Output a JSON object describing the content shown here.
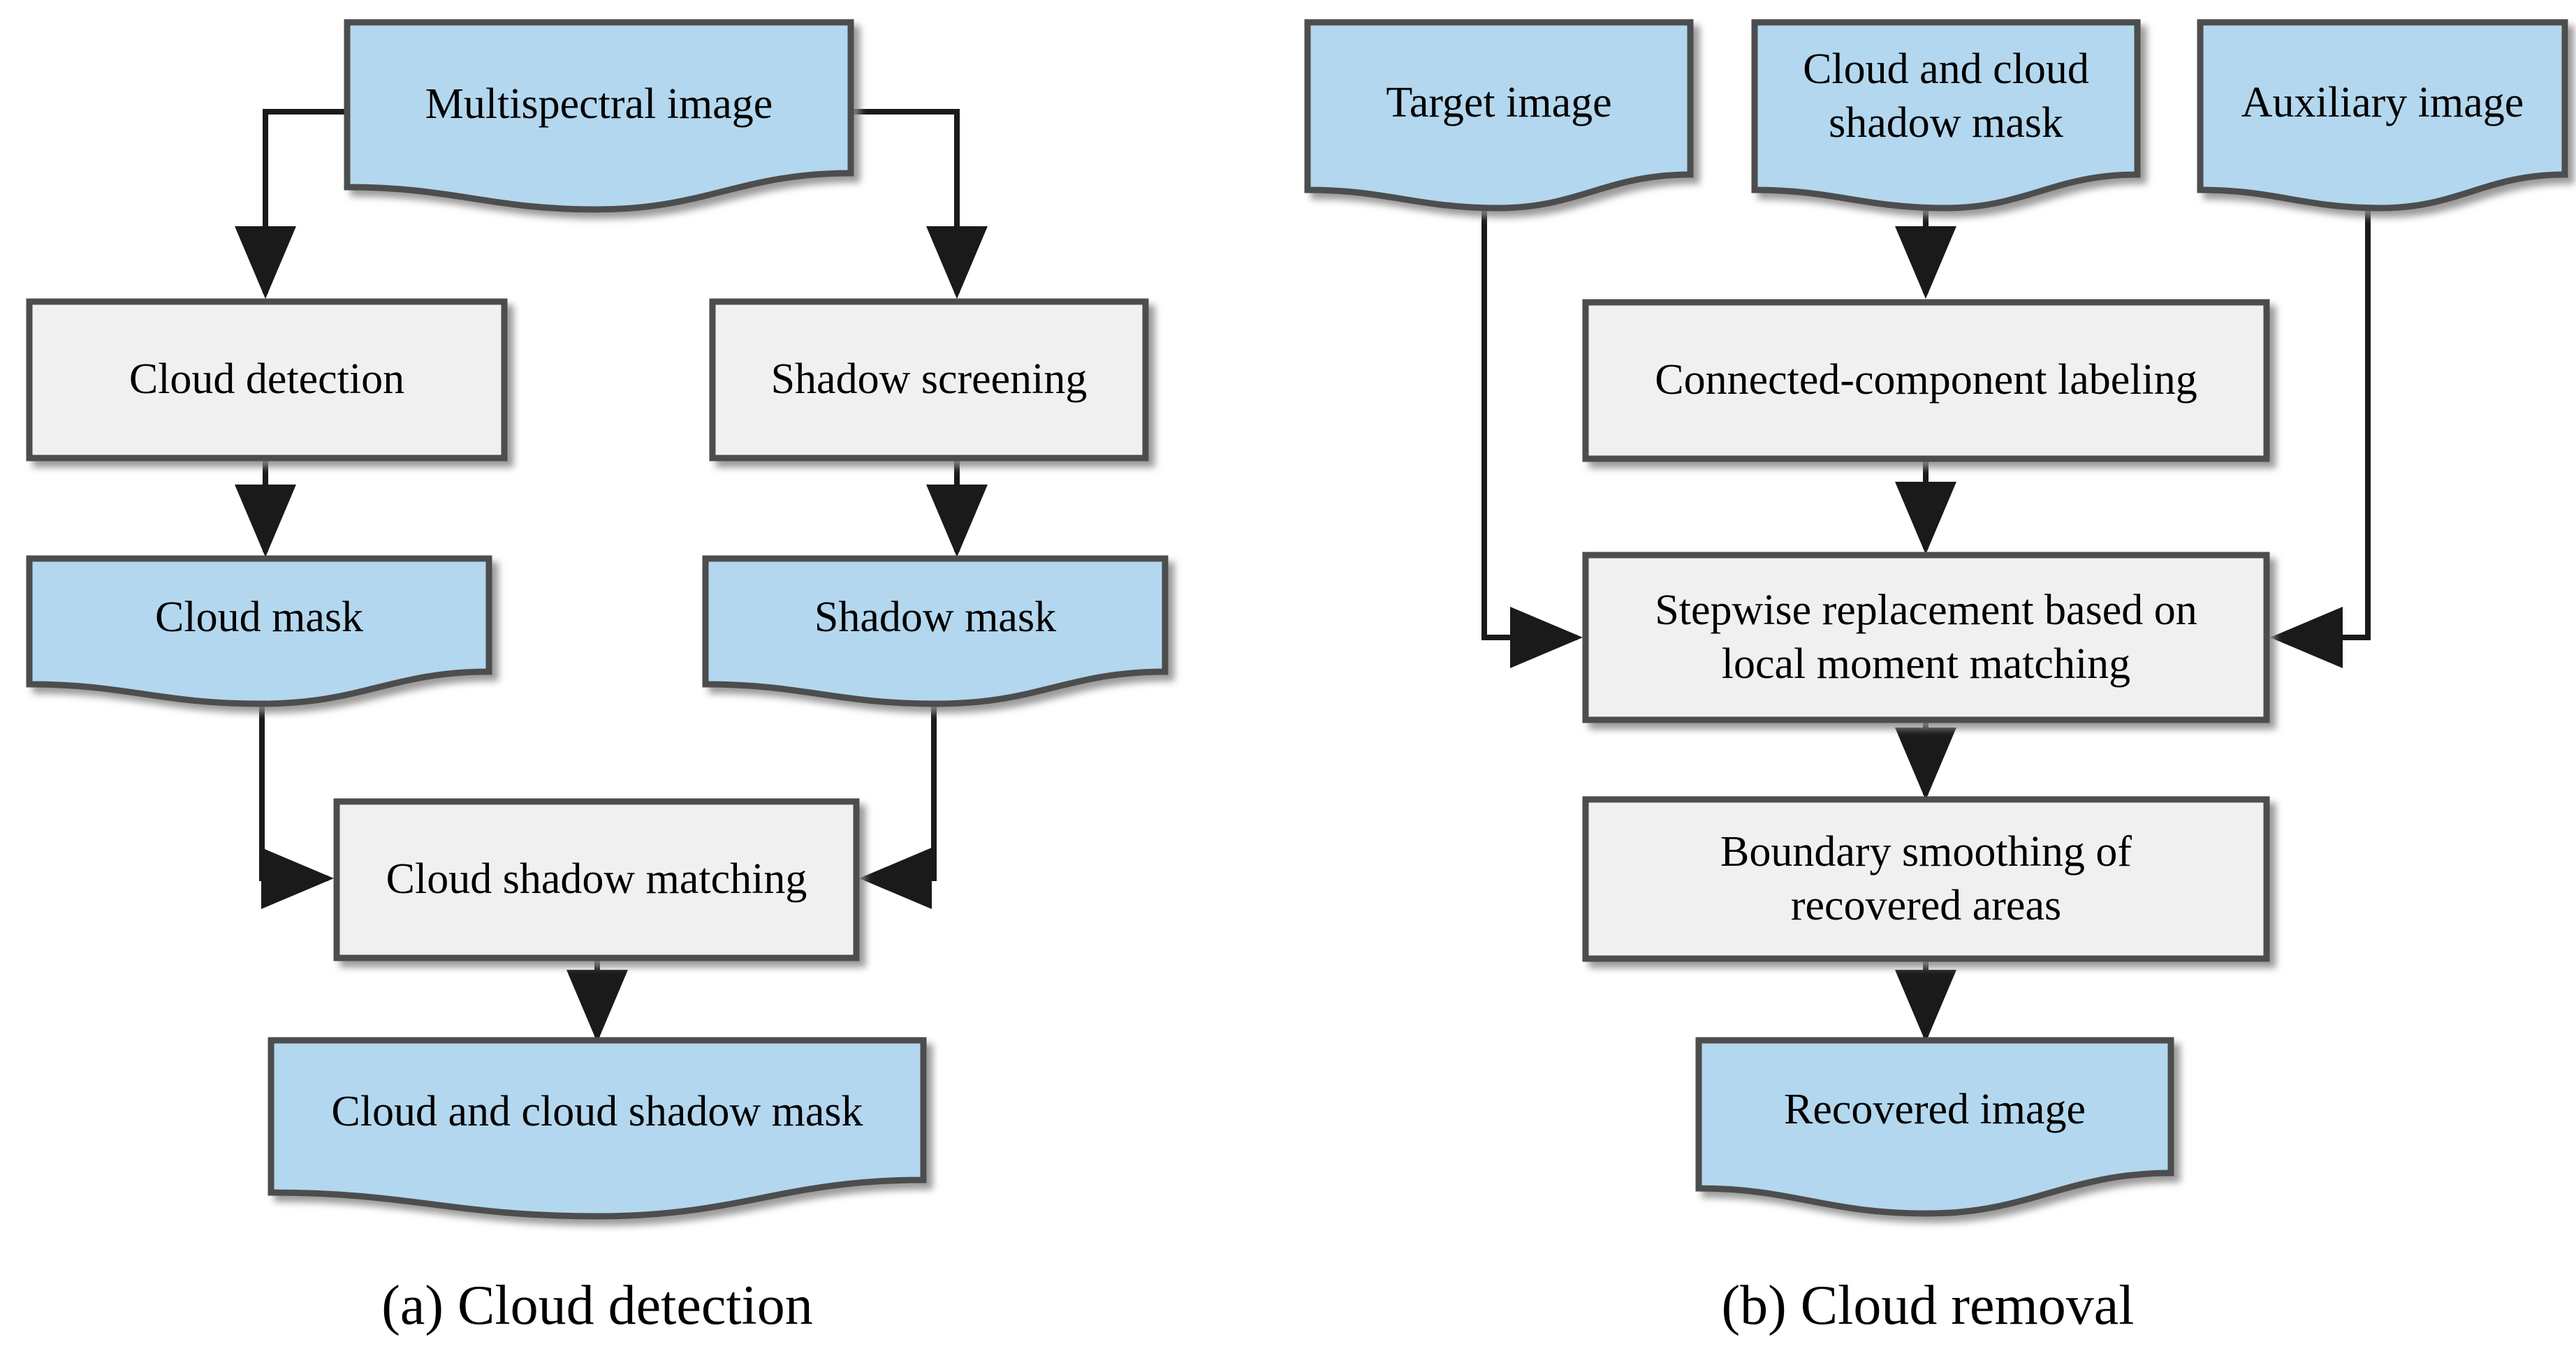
{
  "figure": {
    "type": "flowchart",
    "background_color": "#ffffff",
    "panels": [
      {
        "id": "panel-a",
        "caption": "(a) Cloud detection",
        "nodes": [
          {
            "id": "multispectral-image",
            "label": "Multispectral image",
            "shape": "document",
            "fill": "#b3d7ee"
          },
          {
            "id": "cloud-detection",
            "label": "Cloud detection",
            "shape": "process",
            "fill": "#f0f0f0"
          },
          {
            "id": "shadow-screening",
            "label": "Shadow screening",
            "shape": "process",
            "fill": "#f0f0f0"
          },
          {
            "id": "cloud-mask",
            "label": "Cloud mask",
            "shape": "document",
            "fill": "#b3d7ee"
          },
          {
            "id": "shadow-mask",
            "label": "Shadow mask",
            "shape": "document",
            "fill": "#b3d7ee"
          },
          {
            "id": "cloud-shadow-matching",
            "label": "Cloud shadow matching",
            "shape": "process",
            "fill": "#f0f0f0"
          },
          {
            "id": "cloud-and-cloud-shadow-mask",
            "label": "Cloud and cloud shadow mask",
            "shape": "document",
            "fill": "#b3d7ee"
          }
        ],
        "edges": [
          {
            "from": "multispectral-image",
            "to": "cloud-detection"
          },
          {
            "from": "multispectral-image",
            "to": "shadow-screening"
          },
          {
            "from": "cloud-detection",
            "to": "cloud-mask"
          },
          {
            "from": "shadow-screening",
            "to": "shadow-mask"
          },
          {
            "from": "cloud-mask",
            "to": "cloud-shadow-matching"
          },
          {
            "from": "shadow-mask",
            "to": "cloud-shadow-matching"
          },
          {
            "from": "cloud-shadow-matching",
            "to": "cloud-and-cloud-shadow-mask"
          }
        ]
      },
      {
        "id": "panel-b",
        "caption": "(b) Cloud removal",
        "nodes": [
          {
            "id": "target-image",
            "label": "Target image",
            "shape": "document",
            "fill": "#b3d7ee"
          },
          {
            "id": "cloud-and-cloud-shadow-mask-b",
            "label": "Cloud and cloud\nshadow mask",
            "shape": "document",
            "fill": "#b3d7ee"
          },
          {
            "id": "auxiliary-image",
            "label": "Auxiliary image",
            "shape": "document",
            "fill": "#b3d7ee"
          },
          {
            "id": "connected-component-labeling",
            "label": "Connected-component labeling",
            "shape": "process",
            "fill": "#f0f0f0"
          },
          {
            "id": "stepwise-replacement",
            "label": "Stepwise replacement based on\nlocal moment matching",
            "shape": "process",
            "fill": "#f0f0f0"
          },
          {
            "id": "boundary-smoothing",
            "label": "Boundary smoothing of\nrecovered areas",
            "shape": "process",
            "fill": "#f0f0f0"
          },
          {
            "id": "recovered-image",
            "label": "Recovered image",
            "shape": "document",
            "fill": "#b3d7ee"
          }
        ],
        "edges": [
          {
            "from": "cloud-and-cloud-shadow-mask-b",
            "to": "connected-component-labeling"
          },
          {
            "from": "connected-component-labeling",
            "to": "stepwise-replacement"
          },
          {
            "from": "target-image",
            "to": "stepwise-replacement"
          },
          {
            "from": "auxiliary-image",
            "to": "stepwise-replacement"
          },
          {
            "from": "stepwise-replacement",
            "to": "boundary-smoothing"
          },
          {
            "from": "boundary-smoothing",
            "to": "recovered-image"
          }
        ]
      }
    ],
    "colors": {
      "document_fill": "#b3d7ee",
      "process_fill": "#f0f0f0",
      "stroke": "#4d4d4d",
      "connector": "#1a1a1a",
      "text": "#000000"
    }
  }
}
